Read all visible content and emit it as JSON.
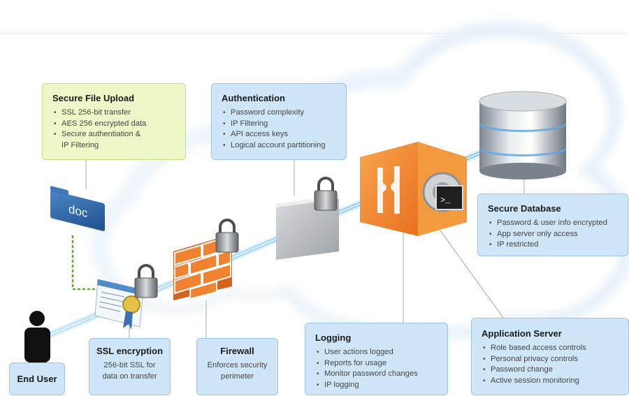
{
  "upload": {
    "title": "Secure File Upload",
    "items": [
      "SSL 256-bit transfer",
      "AES 256 encrypted data",
      "Secure authentiation &",
      "IP Filtering"
    ]
  },
  "auth": {
    "title": "Authentication",
    "items": [
      "Password complexity",
      "IP Filtering",
      "API access keys",
      "Logical account partitioning"
    ]
  },
  "database": {
    "title": "Secure Database",
    "items": [
      "Password & user info encrypted",
      "App server only access",
      "IP restricted"
    ]
  },
  "ssl": {
    "title": "SSL encryption",
    "desc_line1": "256-bit SSL for",
    "desc_line2": "data on transfer"
  },
  "firewall": {
    "title": "Firewall",
    "desc_line1": "Enforces security",
    "desc_line2": "perimeter"
  },
  "logging": {
    "title": "Logging",
    "items": [
      "User actions logged",
      "Reports for usage",
      "Monitor password changes",
      "IP logging"
    ]
  },
  "appserver": {
    "title": "Application Server",
    "items": [
      "Role based access controls",
      "Personal privacy controls",
      "Password change",
      "Active session monitoring"
    ]
  },
  "enduser": {
    "label": "End User"
  },
  "doc_icon": {
    "label": "doc"
  },
  "colors": {
    "box_blue": "#cfe6f8",
    "box_green": "#eef7c8",
    "firewall_orange": "#e8732a",
    "server_orange": "#f08a2c",
    "beam": "#5ab4f0"
  }
}
